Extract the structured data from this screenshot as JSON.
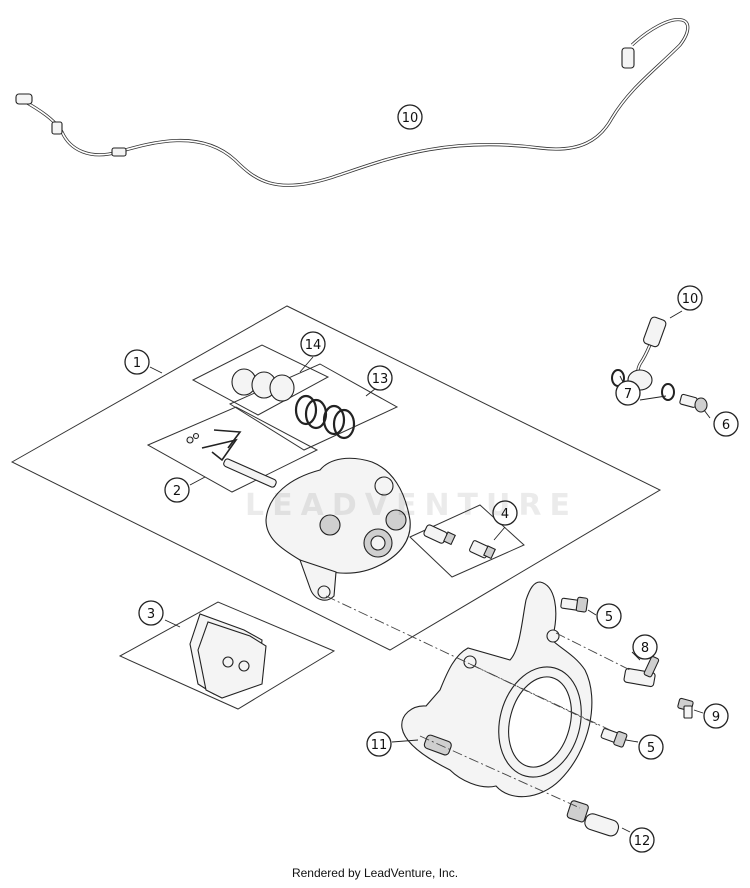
{
  "callouts": {
    "c1": "1",
    "c2": "2",
    "c3": "3",
    "c4": "4",
    "c5a": "5",
    "c5b": "5",
    "c6": "6",
    "c7": "7",
    "c8": "8",
    "c9": "9",
    "c10a": "10",
    "c10b": "10",
    "c11": "11",
    "c12": "12",
    "c13": "13",
    "c14": "14"
  },
  "watermark": "LEADVENTURE",
  "footer": "Rendered by LeadVenture, Inc."
}
